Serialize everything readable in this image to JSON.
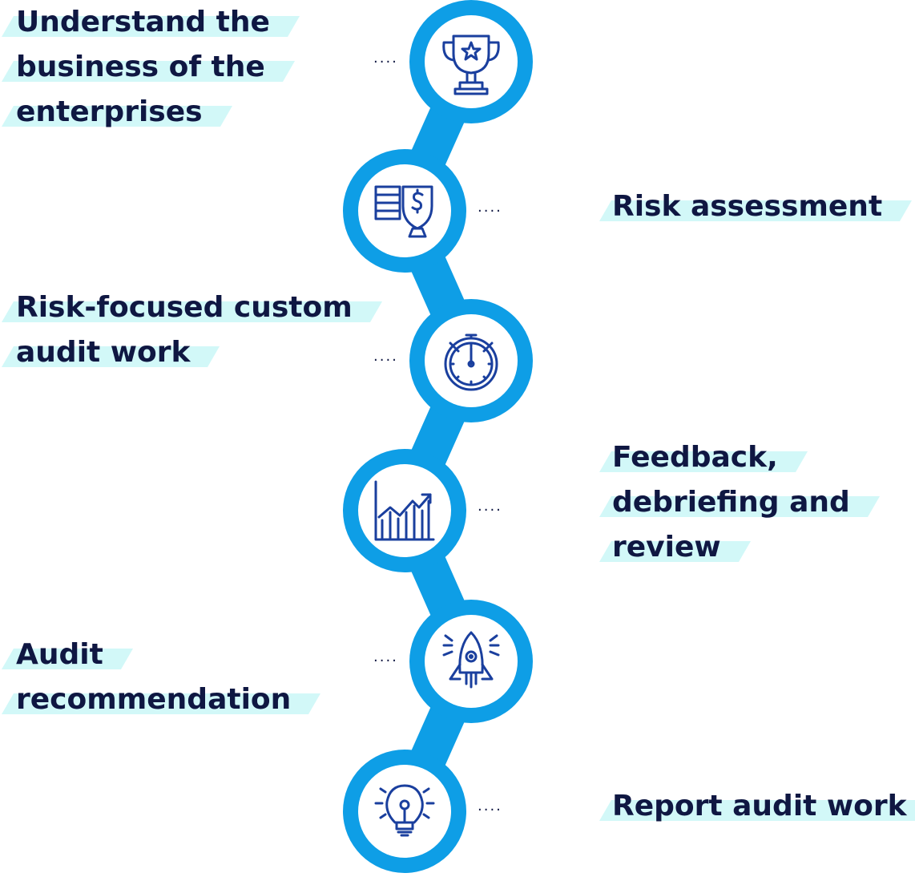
{
  "diagram": {
    "colors": {
      "ring": "#0e9ee6",
      "icon": "#1a3f9e",
      "text": "#0f1742",
      "highlight": "#d2f8f8"
    },
    "connector_text": "....",
    "steps": [
      {
        "icon": "trophy-icon",
        "lines": [
          "Understand the",
          "business of the",
          "enterprises"
        ]
      },
      {
        "icon": "money-shield-icon",
        "lines": [
          "Risk assessment"
        ]
      },
      {
        "icon": "stopwatch-icon",
        "lines": [
          "Risk-focused custom",
          "audit work"
        ]
      },
      {
        "icon": "growth-chart-icon",
        "lines": [
          "Feedback,",
          "debriefing and",
          "review"
        ]
      },
      {
        "icon": "rocket-icon",
        "lines": [
          "Audit",
          "recommendation"
        ]
      },
      {
        "icon": "lightbulb-icon",
        "lines": [
          "Report audit work"
        ]
      }
    ]
  }
}
